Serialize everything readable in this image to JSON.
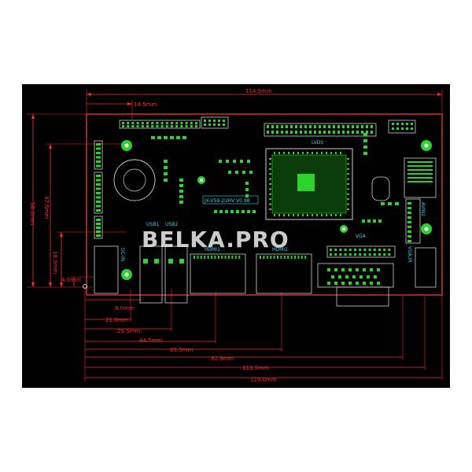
{
  "colors": {
    "background": "#000000",
    "page": "#ffffff",
    "dimension": "#ff2a2a",
    "outline": "#ff3c3c",
    "pad": "#2cd52c",
    "pad_dark": "#0f7a12",
    "silkscreen": "#d0d0d0",
    "label": "#3ad6f0",
    "hole": "#ffffff",
    "watermark": "#e8e8e8"
  },
  "watermark": {
    "text": "BELKA.PRO"
  },
  "board": {
    "model_label": "JX-V59-2UHV  V0.98",
    "lvds_label": "LVDS",
    "vga_label": "VGA",
    "ir_label": "DC-IN",
    "vga_ir_label": "VGA,IR",
    "avin_label": "AVIN2",
    "usb1_label": "USB1",
    "usb2_label": "USB2",
    "hdmi1_label": "HDMI1",
    "hdmi2_label": "HDMI2"
  },
  "dimensions": {
    "top_total": "114.5mm",
    "top_header": "14.5mm",
    "left_height": "58.0mm",
    "left_mid": "47.5mm",
    "left_small": "18.0mm",
    "left_offset": "4.0mm",
    "bottom": [
      "8.0mm",
      "21.0mm",
      "29.5mm",
      "44.5mm",
      "65.5mm",
      "92.5mm",
      "113.5mm",
      "119.0mm"
    ]
  }
}
